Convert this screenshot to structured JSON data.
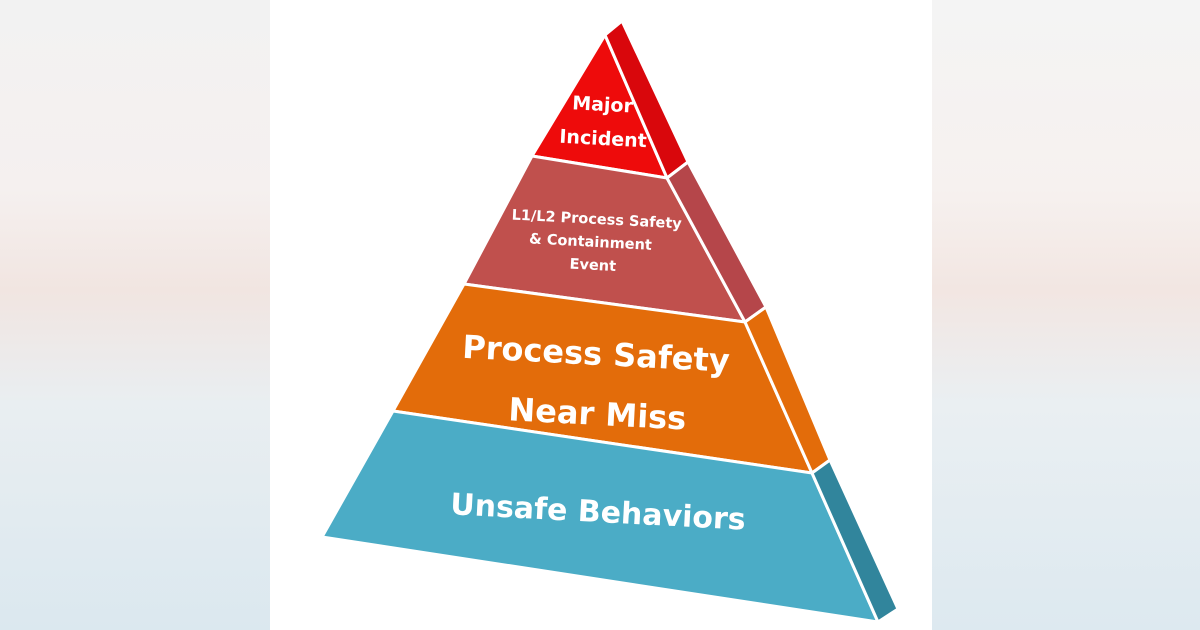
{
  "tiers": [
    {
      "id": "major-incident",
      "lines": [
        "Major",
        "Incident"
      ],
      "front_color": "#ee0b0b",
      "side_color": "#d9070c"
    },
    {
      "id": "l1-l2-process-safety",
      "lines": [
        "L1/L2 Process Safety",
        "& Containment",
        "Event"
      ],
      "front_color": "#c0504d",
      "side_color": "#b5464a"
    },
    {
      "id": "process-safety-near-miss",
      "lines": [
        "Process Safety",
        "Near Miss"
      ],
      "front_color": "#e36c0a",
      "side_color": "#e36c0a"
    },
    {
      "id": "unsafe-behaviors",
      "lines": [
        "Unsafe Behaviors"
      ],
      "front_color": "#4bacc6",
      "side_color": "#31859c"
    }
  ]
}
